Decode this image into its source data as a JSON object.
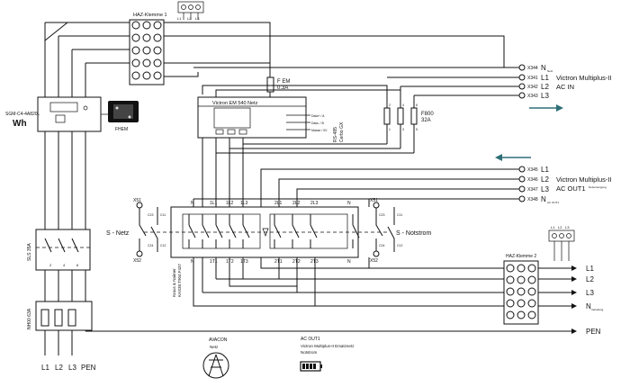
{
  "meter": {
    "name": "SGM-C4-4A820L",
    "unit": "Wh"
  },
  "fhem": "FHEM",
  "haz1": "HAZ-Klemme 1",
  "haz2": "HAZ-Klemme 2",
  "fuse_em": {
    "name": "F EM",
    "rating": "0.3A"
  },
  "em540": {
    "title": "Victron EM 540 Netz",
    "rs485": "RS-485",
    "cerbo": "Cerbo GX",
    "leads": [
      "Data+ / A",
      "Data- / B",
      "Masse / 0V"
    ]
  },
  "f800": {
    "name": "F800",
    "rating": "32A",
    "pins": [
      "1",
      "2",
      "3",
      "4",
      "5",
      "6"
    ]
  },
  "ac_in": {
    "terms": [
      "X344",
      "X341",
      "X342",
      "X343"
    ],
    "labels": [
      "N",
      "L1",
      "L2",
      "L3"
    ],
    "n_sub": "Netz",
    "title1": "Victron Multiplus-II",
    "title2": "AC IN"
  },
  "ac_out": {
    "terms": [
      "X345",
      "X346",
      "X347",
      "X348"
    ],
    "labels": [
      "L1",
      "L2",
      "L3",
      "N"
    ],
    "n_sub": "AC OUT1",
    "title1": "Victron Multiplus-II",
    "title2": "AC OUT1",
    "title2_sub": "Notversorgung"
  },
  "switch": {
    "top": [
      "N",
      "1L1",
      "1L2",
      "1L3",
      "2L1",
      "2L2",
      "2L3",
      "N"
    ],
    "bottom": [
      "N",
      "1T1",
      "1T2",
      "1T3",
      "2T1",
      "2T2",
      "2T3",
      "N"
    ],
    "maker": "Kraus & Naimer",
    "model": "KAS38.T904.F437"
  },
  "contacts_left": {
    "x51": "X51",
    "x52": "X52",
    "c23": "C23",
    "c11": "C11",
    "c24": "C24",
    "c12": "C12",
    "label": "S - Netz"
  },
  "contacts_right": {
    "x51": "X51",
    "x52": "X52",
    "c23": "C23",
    "c11": "C11",
    "c24": "C24",
    "c12": "C12",
    "label": "S - Notstrom"
  },
  "sls": "SLS 35A",
  "sls_pins": [
    "2",
    "4",
    "6"
  ],
  "nh": "NH00 63A",
  "outputs": [
    "L1",
    "L2",
    "L3",
    "N",
    "PEN"
  ],
  "n_verteilung": "Verteilung",
  "bottom_labels": [
    "L1",
    "L2",
    "L3",
    "PEN"
  ],
  "avacon": {
    "name": "AVACON",
    "sub": "Netz"
  },
  "acout_note": {
    "l1": "AC OUT1",
    "l2": "Victron Multiplus-II Ersatznetz",
    "l3": "Notstrom"
  },
  "mini_labels": {
    "l1": "L1",
    "l2": "L2",
    "l3": "L3"
  },
  "colors": {
    "arrow": "#2f6f78",
    "line": "#111111"
  }
}
